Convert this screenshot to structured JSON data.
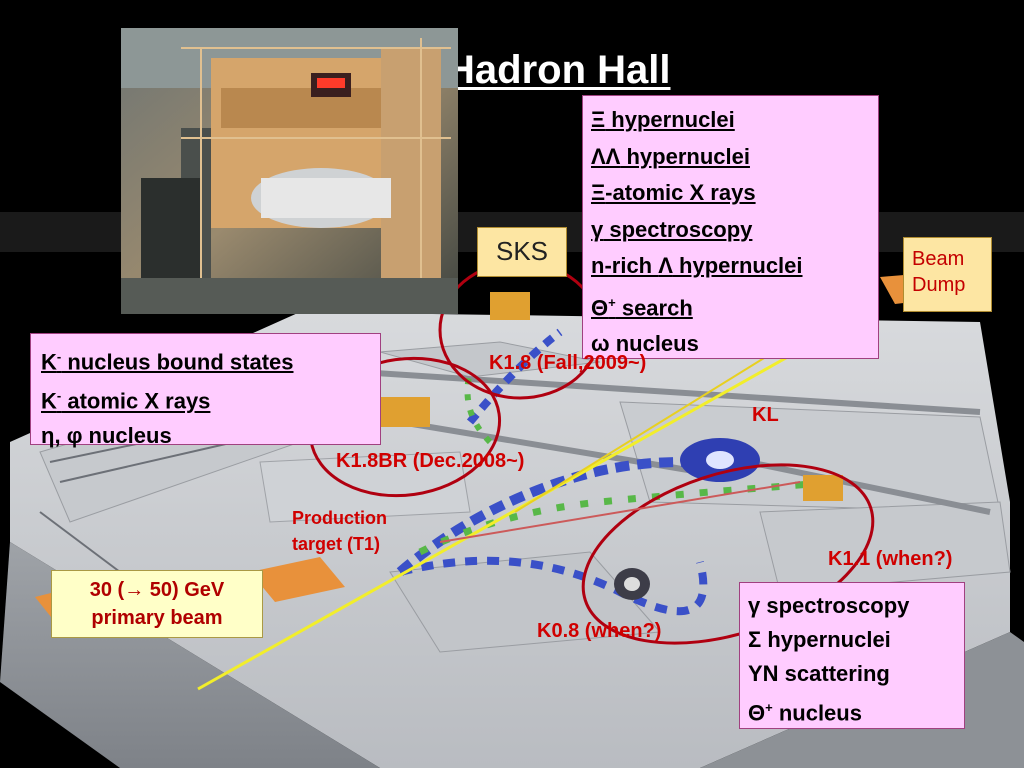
{
  "slide": {
    "title": "Hadron Hall"
  },
  "boxes": {
    "top_right": {
      "lines": [
        {
          "sym": "Ξ",
          "text": " hypernuclei"
        },
        {
          "sym": "ΛΛ",
          "text": " hypernuclei"
        },
        {
          "sym": "Ξ",
          "text": "-atomic X rays"
        },
        {
          "sym": "γ",
          "text": " spectroscopy"
        },
        {
          "pre": "n-rich ",
          "sym": "Λ",
          "text": " hypernuclei"
        },
        {
          "sym": "Θ",
          "sup": "+",
          "text": " search"
        },
        {
          "sym": "ω",
          "text": " nucleus"
        }
      ]
    },
    "left": {
      "line1": {
        "k": "K",
        "sup": "-",
        "text": " nucleus bound states"
      },
      "line2": {
        "k": "K",
        "sup": "-",
        "text": " atomic X rays"
      },
      "line3": {
        "sym1": "η",
        "sep": ", ",
        "sym2": "φ",
        "text": " nucleus"
      }
    },
    "bottom_right": {
      "line1": {
        "sym": "γ",
        "text": " spectroscopy"
      },
      "line2": {
        "sym": "Σ",
        "text": " hypernuclei"
      },
      "line3": {
        "text": "YN scattering"
      },
      "line4": {
        "sym": "Θ",
        "sup": "+",
        "text": " nucleus"
      }
    }
  },
  "sks": "SKS",
  "beam_dump": {
    "line1": "Beam",
    "line2": "Dump"
  },
  "primary_beam": {
    "line1": "30 (→ 50) GeV",
    "line2": "primary beam"
  },
  "beamline_labels": {
    "k18": "K1.8 (Fall,2009~)",
    "k18br": "K1.8BR (Dec.2008~)",
    "kl": "KL",
    "k11": "K1.1 (when?)",
    "k08": "K0.8 (when?)",
    "production_line1": "Production",
    "production_line2": "target (T1)"
  },
  "colors": {
    "background": "#000000",
    "box_pink": "#ffccff",
    "label_red": "#d00000",
    "beam_yellow": "#f2ee2a",
    "ellipse_red": "#b00010",
    "sks_fill": "#fde6a3",
    "primary_fill": "#ffffc8"
  }
}
